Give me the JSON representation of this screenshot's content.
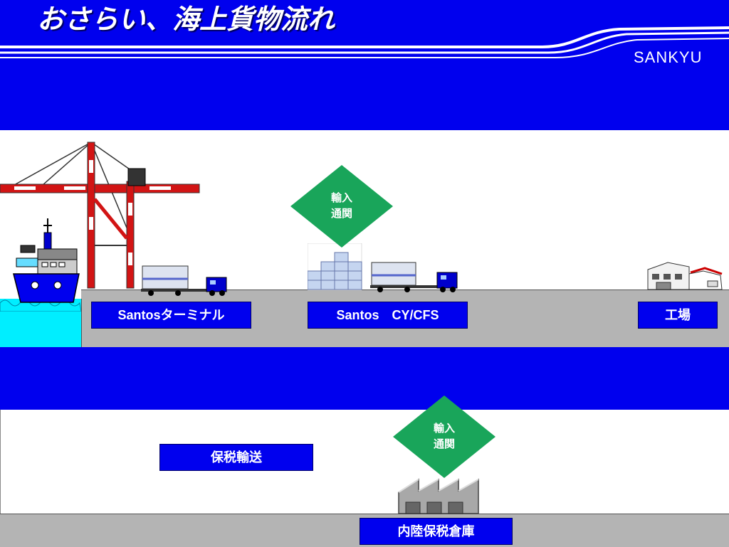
{
  "title": "おさらい、海上貨物流れ",
  "brand": "SANKYU",
  "labels": {
    "santos_terminal": "Santosターミナル",
    "santos_cycfs": "Santos　CY/CFS",
    "factory": "工場",
    "bonded_transport": "保税輸送",
    "inland_bonded_warehouse": "内陸保税倉庫"
  },
  "customs_badge_top": {
    "line1": "輸入",
    "line2": "通関"
  },
  "customs_badge_bottom": {
    "line1": "輸入",
    "line2": "通関"
  },
  "colors": {
    "header_blue": "#0000ee",
    "badge_green": "#19a55a",
    "crane_red": "#d21414",
    "ground_gray": "#b4b4b4",
    "water_cyan": "#00eeff"
  },
  "icons": [
    "container-crane-icon",
    "cargo-ship-icon",
    "container-truck-icon",
    "container-stack-icon",
    "factory-building-icon",
    "warehouse-icon"
  ]
}
